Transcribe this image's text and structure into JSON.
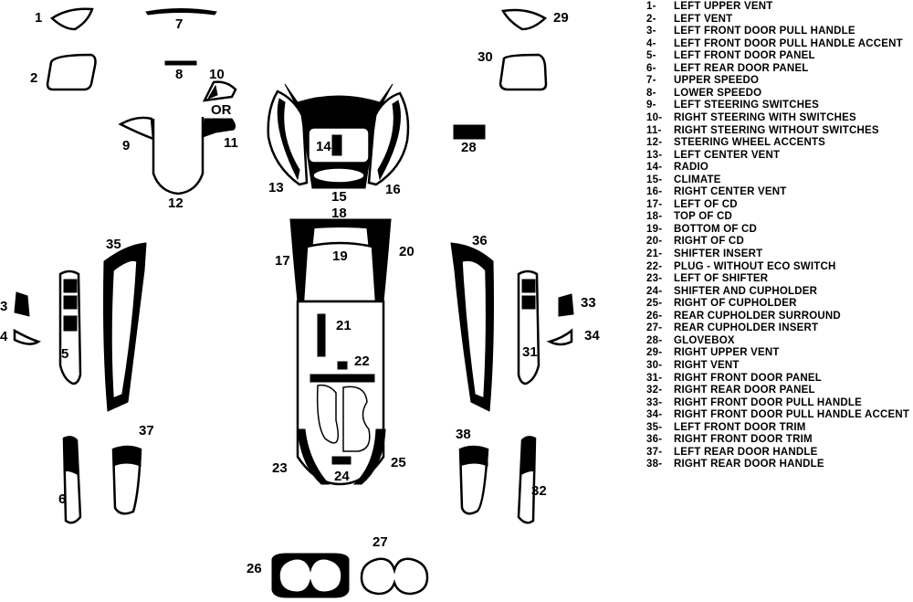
{
  "diagram": {
    "or_text": "OR",
    "part_numbers": [
      "1",
      "2",
      "3",
      "4",
      "5",
      "6",
      "7",
      "8",
      "9",
      "10",
      "11",
      "12",
      "13",
      "14",
      "15",
      "16",
      "17",
      "18",
      "19",
      "20",
      "21",
      "22",
      "23",
      "24",
      "25",
      "26",
      "27",
      "28",
      "29",
      "30",
      "31",
      "32",
      "33",
      "34",
      "35",
      "36",
      "37",
      "38"
    ]
  },
  "legend": [
    {
      "num": "1-",
      "label": "LEFT UPPER VENT"
    },
    {
      "num": "2-",
      "label": "LEFT VENT"
    },
    {
      "num": "3-",
      "label": "LEFT FRONT DOOR PULL HANDLE"
    },
    {
      "num": "4-",
      "label": "LEFT FRONT DOOR PULL HANDLE ACCENT"
    },
    {
      "num": "5-",
      "label": "LEFT FRONT DOOR PANEL"
    },
    {
      "num": "6-",
      "label": "LEFT REAR DOOR PANEL"
    },
    {
      "num": "7-",
      "label": "UPPER SPEEDO"
    },
    {
      "num": "8-",
      "label": "LOWER SPEEDO"
    },
    {
      "num": "9-",
      "label": "LEFT STEERING SWITCHES"
    },
    {
      "num": "10-",
      "label": "RIGHT STEERING WITH SWITCHES"
    },
    {
      "num": "11-",
      "label": "RIGHT STEERING WITHOUT SWITCHES"
    },
    {
      "num": "12-",
      "label": "STEERING WHEEL ACCENTS"
    },
    {
      "num": "13-",
      "label": "LEFT CENTER VENT"
    },
    {
      "num": "14-",
      "label": "RADIO"
    },
    {
      "num": "15-",
      "label": "CLIMATE"
    },
    {
      "num": "16-",
      "label": "RIGHT CENTER VENT"
    },
    {
      "num": "17-",
      "label": "LEFT OF CD"
    },
    {
      "num": "18-",
      "label": "TOP OF CD"
    },
    {
      "num": "19-",
      "label": "BOTTOM OF CD"
    },
    {
      "num": "20-",
      "label": "RIGHT OF CD"
    },
    {
      "num": "21-",
      "label": "SHIFTER INSERT"
    },
    {
      "num": "22-",
      "label": "PLUG - WITHOUT ECO SWITCH"
    },
    {
      "num": "23-",
      "label": "LEFT OF SHIFTER"
    },
    {
      "num": "24-",
      "label": "SHIFTER AND CUPHOLDER"
    },
    {
      "num": "25-",
      "label": "RIGHT OF CUPHOLDER"
    },
    {
      "num": "26-",
      "label": "REAR CUPHOLDER SURROUND"
    },
    {
      "num": "27-",
      "label": "REAR CUPHOLDER INSERT"
    },
    {
      "num": "28-",
      "label": "GLOVEBOX"
    },
    {
      "num": "29-",
      "label": "RIGHT UPPER VENT"
    },
    {
      "num": "30-",
      "label": "RIGHT VENT"
    },
    {
      "num": "31-",
      "label": "RIGHT FRONT DOOR PANEL"
    },
    {
      "num": "32-",
      "label": "RIGHT REAR DOOR PANEL"
    },
    {
      "num": "33-",
      "label": "RIGHT FRONT DOOR PULL HANDLE"
    },
    {
      "num": "34-",
      "label": "RIGHT FRONT DOOR PULL HANDLE ACCENT"
    },
    {
      "num": "35-",
      "label": "LEFT FRONT DOOR TRIM"
    },
    {
      "num": "36-",
      "label": "RIGHT FRONT DOOR TRIM"
    },
    {
      "num": "37-",
      "label": "LEFT REAR DOOR HANDLE"
    },
    {
      "num": "38-",
      "label": "RIGHT REAR DOOR HANDLE"
    }
  ]
}
